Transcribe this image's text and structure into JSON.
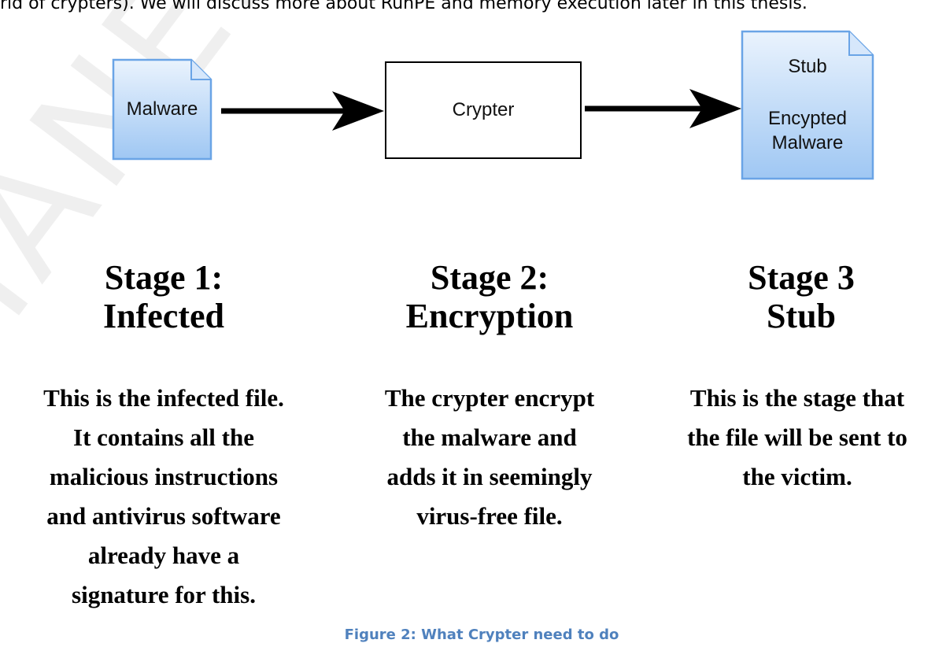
{
  "intro_text": "rld of crypters). We will discuss more about RunPE and memory execution later in this thesis.",
  "watermark_text": "ΠΑΝΕΠΙΣΤΗΜ",
  "diagram": {
    "malware_file_label": "Malware",
    "crypter_box_label": "Crypter",
    "stub_file_label": "Stub",
    "stub_file_sublabel_line1": "Encypted",
    "stub_file_sublabel_line2": "Malware"
  },
  "stages": [
    {
      "title_line1": "Stage 1:",
      "title_line2": "Infected",
      "description_lines": [
        "This is the infected file.",
        "It contains all the",
        "malicious instructions",
        "and antivirus software",
        "already have a",
        "signature for this."
      ]
    },
    {
      "title_line1": "Stage 2:",
      "title_line2": "Encryption",
      "description_lines": [
        "The crypter encrypt",
        "the malware and",
        "adds it in seemingly",
        "virus-free file."
      ]
    },
    {
      "title_line1": "Stage 3",
      "title_line2": "Stub",
      "description_lines": [
        "This is the stage that",
        "the file will be sent to",
        "the victim."
      ]
    }
  ],
  "caption": "Figure 2: What Crypter need to do",
  "colors": {
    "file_fill_top": "#eaf3fd",
    "file_fill_bottom": "#9fc7f3",
    "file_stroke": "#6aa4e6",
    "caption": "#4f81bd"
  }
}
